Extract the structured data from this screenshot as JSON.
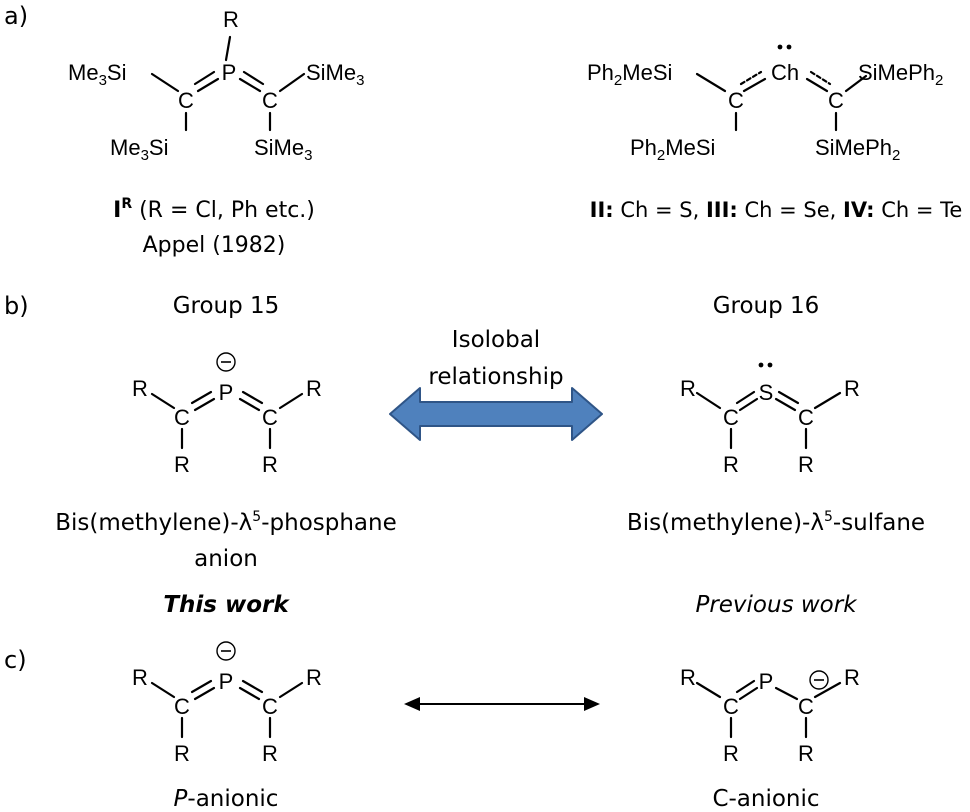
{
  "panels": {
    "a": {
      "label": "a)",
      "left": {
        "atoms": {
          "p": "P",
          "r_top": "R",
          "c1": "C",
          "c2": "C",
          "tl_pre": "Me",
          "tl_sub": "3",
          "tl_post": "Si",
          "bl_pre": "Me",
          "bl_sub": "3",
          "bl_post": "Si",
          "tr_pre": "SiMe",
          "tr_sub": "3",
          "br_pre": "SiMe",
          "br_sub": "3"
        },
        "caption_roman": "I",
        "caption_sup": "R",
        "caption_rest": " (R = Cl, Ph etc.)",
        "caption_line2": "Appel (1982)"
      },
      "right": {
        "atoms": {
          "ch": "Ch",
          "c1": "C",
          "c2": "C",
          "tl_pre": "Ph",
          "tl_sub": "2",
          "tl_post": "MeSi",
          "bl_pre": "Ph",
          "bl_sub": "2",
          "bl_post": "MeSi",
          "tr_pre": "SiMePh",
          "tr_sub": "2",
          "br_pre": "SiMePh",
          "br_sub": "2"
        },
        "caption": [
          {
            "bold": "II:",
            "text": " Ch = S, "
          },
          {
            "bold": "III:",
            "text": " Ch = Se, "
          },
          {
            "bold": "IV:",
            "text": " Ch = Te"
          }
        ]
      }
    },
    "b": {
      "label": "b)",
      "left": {
        "heading": "Group 15",
        "center_atom": "P",
        "c": "C",
        "r": "R",
        "name_pre": "Bis(methylene)-λ",
        "name_sup": "5",
        "name_post": "-phosphane",
        "name_line2": "anion",
        "work": "This work"
      },
      "right": {
        "heading": "Group 16",
        "center_atom": "S",
        "c": "C",
        "r": "R",
        "name_pre": "Bis(methylene)-λ",
        "name_sup": "5",
        "name_post": "-sulfane",
        "work": "Previous work"
      },
      "arrow_label_line1": "Isolobal",
      "arrow_label_line2": "relationship",
      "arrow_color": "#4f81bd",
      "arrow_edge_color": "#2f5587"
    },
    "c": {
      "label": "c)",
      "left": {
        "center_atom": "P",
        "c": "C",
        "r": "R",
        "caption_italic": "P",
        "caption_rest": "-anionic"
      },
      "right": {
        "center_atom": "P",
        "c": "C",
        "r": "R",
        "caption": "C-anionic"
      }
    }
  },
  "symbols": {
    "charge": "⊖"
  }
}
